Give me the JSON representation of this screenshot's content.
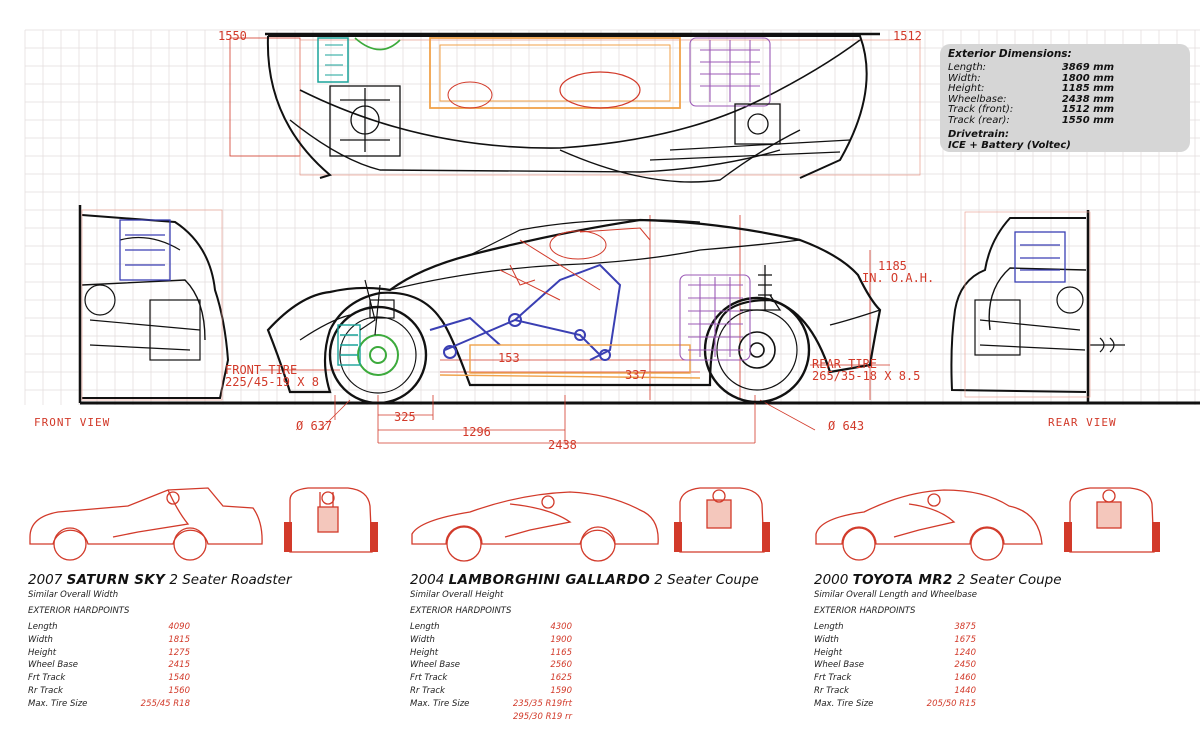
{
  "specs": {
    "title": "Exterior Dimensions:",
    "rows": [
      {
        "label": "Length:",
        "value": "3869 mm"
      },
      {
        "label": "Width:",
        "value": "1800 mm"
      },
      {
        "label": "Height:",
        "value": "1185 mm"
      },
      {
        "label": "Wheelbase:",
        "value": "2438 mm"
      },
      {
        "label": "Track (front):",
        "value": "1512 mm"
      },
      {
        "label": "Track (rear):",
        "value": "1550 mm"
      }
    ],
    "drivetrain_label": "Drivetrain:",
    "drivetrain_value": "ICE + Battery (Voltec)"
  },
  "blueprint": {
    "top_dim_left": "1550",
    "top_dim_right": "1512",
    "height_dim": "1185",
    "height_note": "IN. O.A.H.",
    "front_tire": "FRONT TIRE",
    "front_tire_size": "225/45-19 X 8",
    "rear_tire": "REAR TIRE",
    "rear_tire_size": "265/35-18 X 8.5",
    "dim_153": "153",
    "dim_337": "337",
    "dim_325": "325",
    "dim_1296": "1296",
    "dim_2438": "2438",
    "dia_front": "Ø 637",
    "dia_rear": "Ø 643",
    "front_view": "FRONT VIEW",
    "rear_view": "REAR VIEW"
  },
  "colors": {
    "blueprint_red": "#d23a2a",
    "grid": "#e2dcdc",
    "specbox": "#d6d6d6",
    "engine_purple": "#9b59b6",
    "chassis_blue": "#3a3fb3",
    "teal": "#1aa39a",
    "green": "#3caa3c",
    "orange": "#f0a24a"
  },
  "comparisons": [
    {
      "year": "2007",
      "model": "SATURN SKY",
      "body": "2 Seater Roadster",
      "subtitle": "Similar Overall Width",
      "header": "EXTERIOR  HARDPOINTS",
      "rows": [
        {
          "label": "Length",
          "value": "4090"
        },
        {
          "label": "Width",
          "value": "1815"
        },
        {
          "label": "Height",
          "value": "1275"
        },
        {
          "label": "Wheel Base",
          "value": "2415"
        },
        {
          "label": "Frt Track",
          "value": "1540"
        },
        {
          "label": "Rr  Track",
          "value": "1560"
        },
        {
          "label": "Max. Tire Size",
          "value": "255/45 R18"
        }
      ]
    },
    {
      "year": "2004",
      "model": "LAMBORGHINI GALLARDO",
      "body": "2 Seater Coupe",
      "subtitle": "Similar Overall Height",
      "header": "EXTERIOR  HARDPOINTS",
      "rows": [
        {
          "label": "Length",
          "value": "4300"
        },
        {
          "label": "Width",
          "value": "1900"
        },
        {
          "label": "Height",
          "value": "1165"
        },
        {
          "label": "Wheel Base",
          "value": "2560"
        },
        {
          "label": "Frt Track",
          "value": "1625"
        },
        {
          "label": "Rr  Track",
          "value": "1590"
        },
        {
          "label": "Max. Tire Size",
          "value": "235/35 R19frt"
        }
      ],
      "extra_value": "295/30 R19 rr"
    },
    {
      "year": "2000",
      "model": "TOYOTA MR2",
      "body": "2 Seater Coupe",
      "subtitle": "Similar Overall Length and Wheelbase",
      "header": "EXTERIOR  HARDPOINTS",
      "rows": [
        {
          "label": "Length",
          "value": "3875"
        },
        {
          "label": "Width",
          "value": "1675"
        },
        {
          "label": "Height",
          "value": "1240"
        },
        {
          "label": "Wheel Base",
          "value": "2450"
        },
        {
          "label": "Frt Track",
          "value": "1460"
        },
        {
          "label": "Rr  Track",
          "value": "1440"
        },
        {
          "label": "Max. Tire Size",
          "value": "205/50 R15"
        }
      ]
    }
  ]
}
